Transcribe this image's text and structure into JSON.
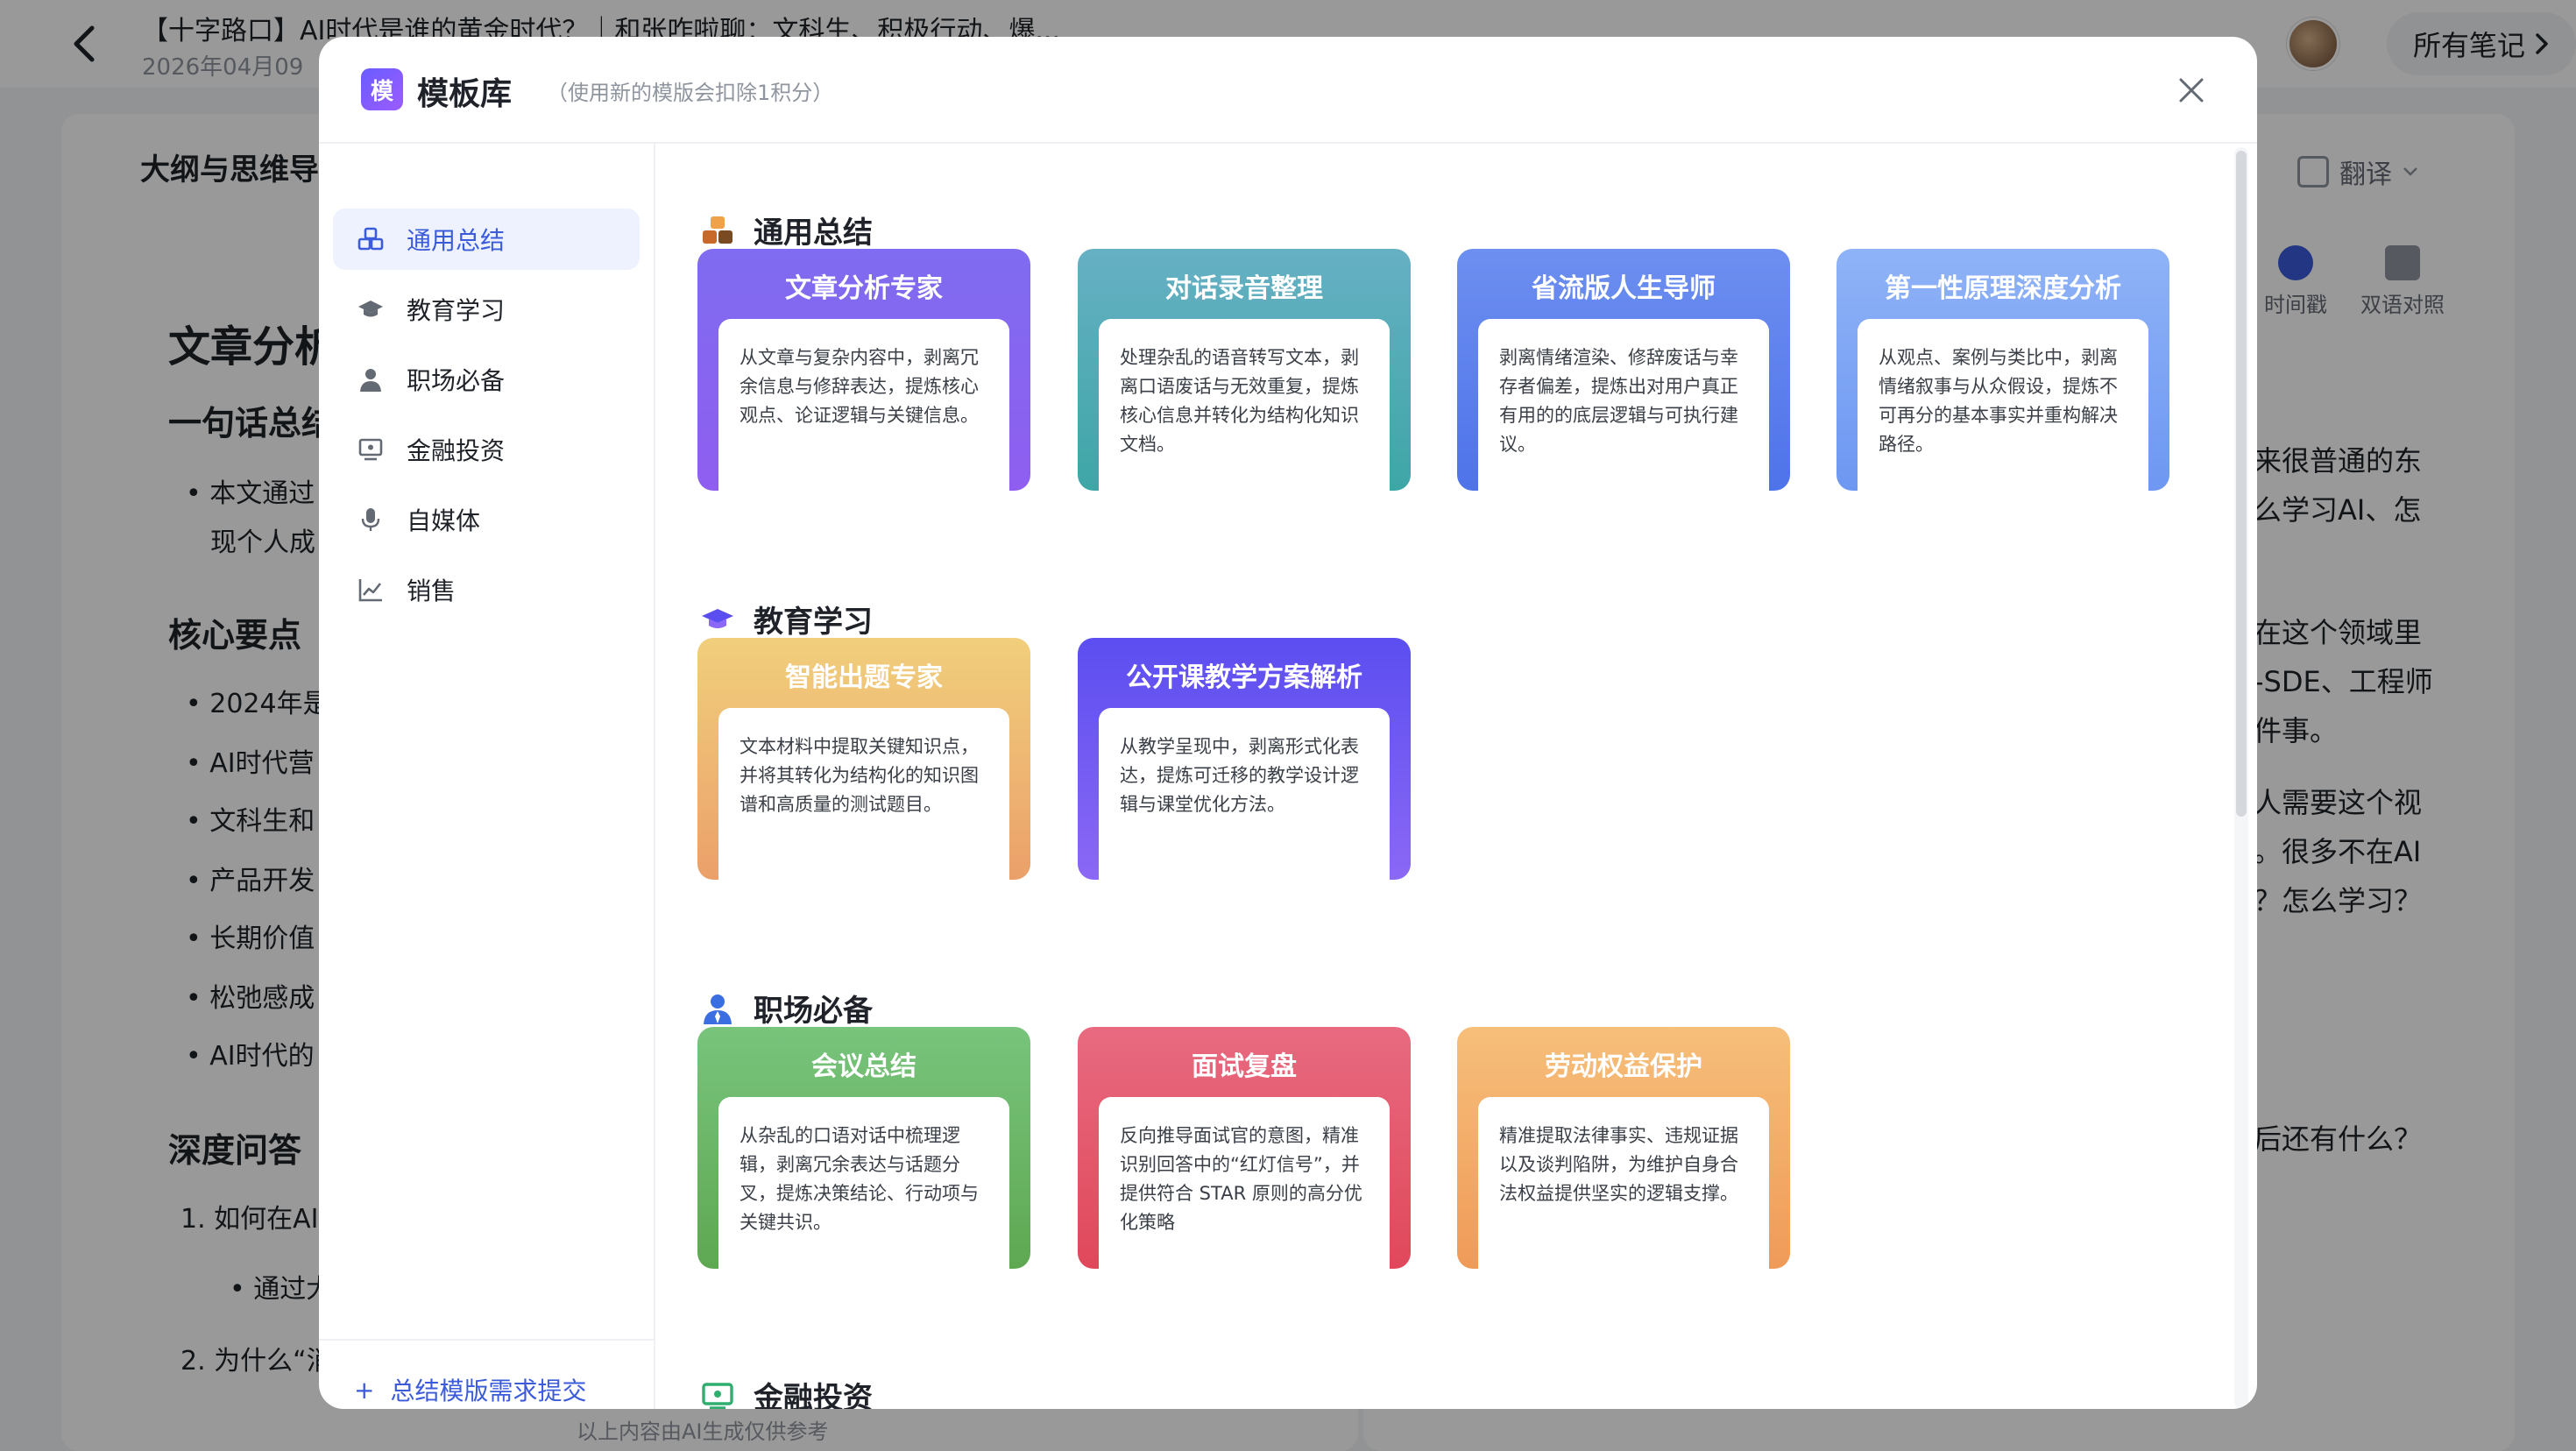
{
  "background": {
    "doc_title": "【十字路口】AI时代是谁的黄金时代？｜和张咋啦聊：文科生、积极行动、爆...",
    "doc_date": "2026年04月09",
    "all_notes_label": "所有笔记",
    "outline_title": "大纲与思维导",
    "heading_main": "文章分析",
    "heading_summary": "一句话总结",
    "summary_lines": [
      "本文通过",
      "现个人成"
    ],
    "heading_key_points": "核心要点",
    "key_points": [
      "2024年是",
      "AI时代营",
      "文科生和",
      "产品开发",
      "长期价值",
      "松弛感成",
      "AI时代的"
    ],
    "heading_qa": "深度问答",
    "qa_items": [
      "1. 如何在AI",
      "通过大",
      "2. 为什么“消"
    ],
    "footer_note": "以上内容由AI生成仅供参考",
    "translate_label": "翻译",
    "tool_timestamp": "时间戳",
    "tool_bilingual": "双语对照",
    "right_text_lines": [
      "来很普通的东",
      "么学习AI、怎",
      "在这个领域里",
      "-SDE、工程师",
      "件事。",
      "人需要这个视",
      "。很多不在AI",
      "？怎么学习？",
      "后还有什么？"
    ]
  },
  "modal": {
    "logo_char": "模",
    "title": "模板库",
    "subtitle": "（使用新的模版会扣除1积分）",
    "submit_label": "总结模版需求提交",
    "submit_plus": "+",
    "nav": [
      {
        "label": "通用总结",
        "icon": "cubes-icon"
      },
      {
        "label": "教育学习",
        "icon": "graduation-cap-icon"
      },
      {
        "label": "职场必备",
        "icon": "user-tie-icon"
      },
      {
        "label": "金融投资",
        "icon": "money-screen-icon"
      },
      {
        "label": "自媒体",
        "icon": "microphone-icon"
      },
      {
        "label": "销售",
        "icon": "trend-chart-icon"
      }
    ],
    "sections": [
      {
        "title": "通用总结",
        "cards": [
          {
            "title": "文章分析专家",
            "desc": "从文章与复杂内容中，剥离冗余信息与修辞表达，提炼核心观点、论证逻辑与关键信息。",
            "color_top": "#7f6cf0",
            "color_bottom": "#8f5ef0"
          },
          {
            "title": "对话录音整理",
            "desc": "处理杂乱的语音转写文本，剥离口语废话与无效重复，提炼核心信息并转化为结构化知识文档。",
            "color_top": "#66b0c4",
            "color_bottom": "#3ea6a6"
          },
          {
            "title": "省流版人生导师",
            "desc": "剥离情绪渲染、修辞废话与幸存者偏差，提炼出对用户真正有用的的底层逻辑与可执行建议。",
            "color_top": "#6d8ff0",
            "color_bottom": "#4e73ea"
          },
          {
            "title": "第一性原理深度分析",
            "desc": "从观点、案例与类比中，剥离情绪叙事与从众假设，提炼不可再分的基本事实并重构解决路径。",
            "color_top": "#8fb3f7",
            "color_bottom": "#6d97f2"
          }
        ]
      },
      {
        "title": "教育学习",
        "cards": [
          {
            "title": "智能出题专家",
            "desc": "文本材料中提取关键知识点，并将其转化为结构化的知识图谱和高质量的测试题目。",
            "color_top": "#f1cf7c",
            "color_bottom": "#eba06a"
          },
          {
            "title": "公开课教学方案解析",
            "desc": "从教学呈现中，剥离形式化表达，提炼可迁移的教学设计逻辑与课堂优化方法。",
            "color_top": "#5b4ef0",
            "color_bottom": "#8b68f5"
          }
        ]
      },
      {
        "title": "职场必备",
        "cards": [
          {
            "title": "会议总结",
            "desc": "从杂乱的口语对话中梳理逻辑，剥离冗余表达与话题分叉，提炼决策结论、行动项与关键共识。",
            "color_top": "#78c47c",
            "color_bottom": "#5ea852"
          },
          {
            "title": "面试复盘",
            "desc": "反向推导面试官的意图，精准识别回答中的“红灯信号”，并提供符合 STAR 原则的高分优化策略",
            "color_top": "#e86a80",
            "color_bottom": "#e0485a"
          },
          {
            "title": "劳动权益保护",
            "desc": "精准提取法律事实、违规证据以及谈判陷阱，为维护自身合法权益提供坚实的逻辑支撑。",
            "color_top": "#f6bf7a",
            "color_bottom": "#f09a58"
          }
        ]
      },
      {
        "title": "金融投资",
        "cards": []
      }
    ]
  },
  "colors": {
    "accent": "#3b5bdb",
    "nav_active_bg": "#eef2ff",
    "overlay": "rgba(0,0,0,0.40)"
  }
}
